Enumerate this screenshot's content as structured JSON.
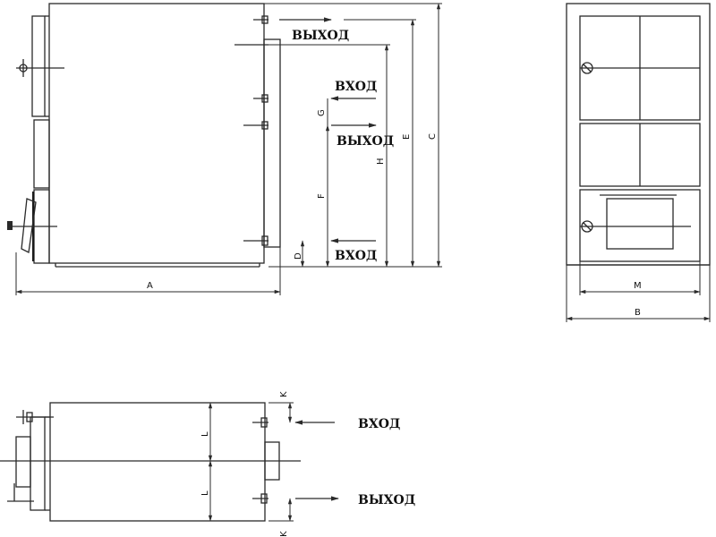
{
  "flow_labels": {
    "outlet_top": "ВЫХОД",
    "inlet_upper": "ВХОД",
    "outlet_mid": "ВЫХОД",
    "inlet_lower": "ВХОД",
    "plan_inlet": "ВХОД",
    "plan_outlet": "ВЫХОД"
  },
  "dimension_labels": {
    "length": "A",
    "height_total": "C",
    "height_e": "E",
    "height_h": "H",
    "height_g": "G",
    "height_f": "F",
    "height_d": "D",
    "width_inner": "M",
    "width_total": "B",
    "offset_k_top": "K",
    "offset_k_bottom": "K",
    "spacing_l_upper": "L",
    "spacing_l_lower": "L"
  },
  "colors": {
    "ink": "#2a2a2a",
    "paper": "#ffffff"
  }
}
